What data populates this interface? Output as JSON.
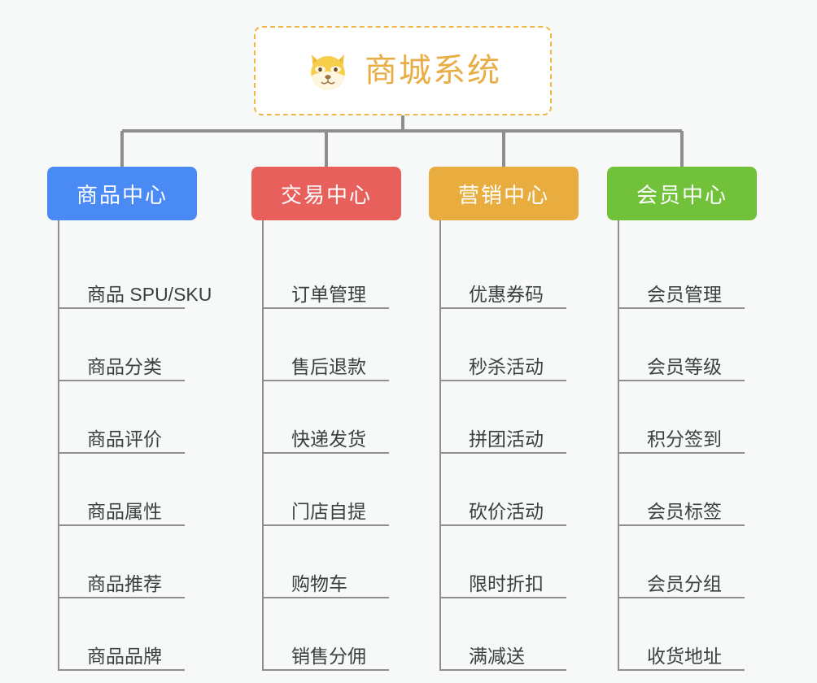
{
  "root": {
    "title": "商城系统",
    "icon": "shiba-dog-face-emoji",
    "border_color": "#f0b849",
    "text_color": "#e8ad44",
    "background": "#ffffff"
  },
  "canvas": {
    "background": "#f7f8f8",
    "connector_color": "#8e8e8e"
  },
  "columns": [
    {
      "id": "product-center",
      "label": "商品中心",
      "color": "#4a8af4",
      "items": [
        {
          "label": "商品 SPU/SKU"
        },
        {
          "label": "商品分类"
        },
        {
          "label": "商品评价"
        },
        {
          "label": "商品属性"
        },
        {
          "label": "商品推荐"
        },
        {
          "label": "商品品牌"
        }
      ]
    },
    {
      "id": "trade-center",
      "label": "交易中心",
      "color": "#e8605b",
      "items": [
        {
          "label": "订单管理"
        },
        {
          "label": "售后退款"
        },
        {
          "label": "快递发货"
        },
        {
          "label": "门店自提"
        },
        {
          "label": "购物车"
        },
        {
          "label": "销售分佣"
        }
      ]
    },
    {
      "id": "marketing-center",
      "label": "营销中心",
      "color": "#e8ad3e",
      "items": [
        {
          "label": "优惠券码"
        },
        {
          "label": "秒杀活动"
        },
        {
          "label": "拼团活动"
        },
        {
          "label": "砍价活动"
        },
        {
          "label": "限时折扣"
        },
        {
          "label": "满减送"
        }
      ]
    },
    {
      "id": "member-center",
      "label": "会员中心",
      "color": "#72c13b",
      "items": [
        {
          "label": "会员管理"
        },
        {
          "label": "会员等级"
        },
        {
          "label": "积分签到"
        },
        {
          "label": "会员标签"
        },
        {
          "label": "会员分组"
        },
        {
          "label": "收货地址"
        }
      ]
    }
  ]
}
